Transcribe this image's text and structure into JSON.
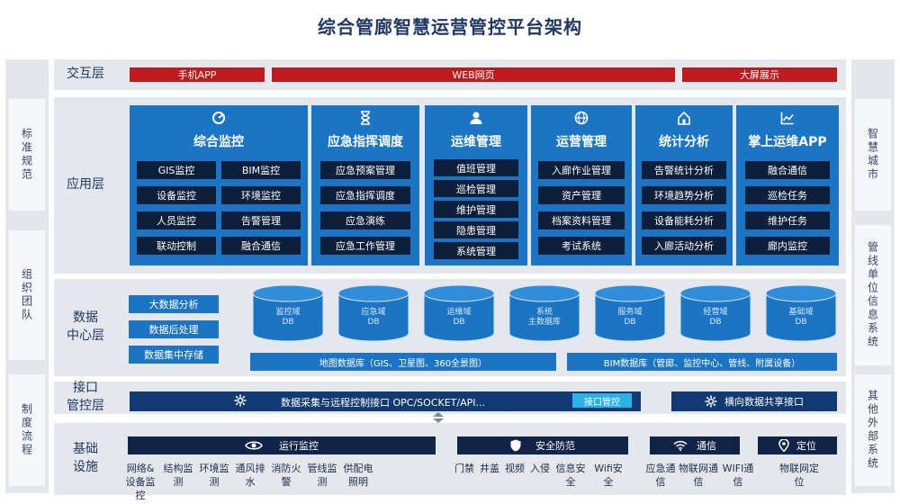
{
  "title": "综合管廊智慧运营管控平台架构",
  "left_sidebar": [
    {
      "label": "标准规范"
    },
    {
      "label": "组织团队"
    },
    {
      "label": "制度流程"
    }
  ],
  "right_sidebar": [
    {
      "label": "智慧城市"
    },
    {
      "label": "管线单位信息系统"
    },
    {
      "label": "其他外部系统"
    }
  ],
  "layers": {
    "interaction": {
      "label": "交互层",
      "items": [
        "手机APP",
        "WEB网页",
        "大屏展示"
      ]
    },
    "application": {
      "label": "应用层",
      "modules": [
        {
          "icon": "gauge-icon",
          "title": "综合监控",
          "items": [
            "GIS监控",
            "BIM监控",
            "设备监控",
            "环境监控",
            "人员监控",
            "告警管理",
            "联动控制",
            "融合通信"
          ]
        },
        {
          "icon": "hourglass-icon",
          "title": "应急指挥调度",
          "items": [
            "应急预案管理",
            "应急指挥调度",
            "应急演练",
            "应急工作管理"
          ]
        },
        {
          "icon": "user-icon",
          "title": "运维管理",
          "items": [
            "值班管理",
            "巡检管理",
            "维护管理",
            "隐患管理",
            "系统管理"
          ]
        },
        {
          "icon": "globe-icon",
          "title": "运营管理",
          "items": [
            "入廊作业管理",
            "资产管理",
            "档案资料管理",
            "考试系统"
          ]
        },
        {
          "icon": "house-icon",
          "title": "统计分析",
          "items": [
            "告警统计分析",
            "环境趋势分析",
            "设备能耗分析",
            "入廊活动分析"
          ]
        },
        {
          "icon": "chart-icon",
          "title": "掌上运维APP",
          "items": [
            "融合通信",
            "巡检任务",
            "维护任务",
            "廊内监控"
          ]
        }
      ]
    },
    "data_center": {
      "label_line1": "数据",
      "label_line2": "中心层",
      "buttons": [
        "大数据分析",
        "数据后处理",
        "数据集中存储"
      ],
      "databases": [
        {
          "line1": "监控域",
          "line2": "DB"
        },
        {
          "line1": "应急域",
          "line2": "DB"
        },
        {
          "line1": "运维域",
          "line2": "DB"
        },
        {
          "line1": "系统",
          "line2": "主数据库"
        },
        {
          "line1": "服务域",
          "line2": "DB"
        },
        {
          "line1": "经营域",
          "line2": "DB"
        },
        {
          "line1": "基础域",
          "line2": "DB"
        }
      ],
      "bottom_bars": [
        "地图数据库（GIS、卫星图、360全景图）",
        "BIM数据库（管廊、监控中心、管线、附属设备）"
      ]
    },
    "interface": {
      "label_line1": "接口",
      "label_line2": "管控层",
      "bar1": "数据采集与远程控制接口 OPC/SOCKET/API...",
      "bar1_tag": "接口管控",
      "bar2": "横向数据共享接口"
    },
    "infrastructure": {
      "label_line1": "基础",
      "label_line2": "设施",
      "groups": [
        {
          "icon": "eye-icon",
          "title": "运行监控",
          "items": [
            "网络&设备监控",
            "结构监测",
            "环境监测",
            "通风排水",
            "消防火警",
            "管线监测",
            "供配电照明"
          ]
        },
        {
          "icon": "shield-icon",
          "title": "安全防范",
          "items": [
            "门禁",
            "井盖",
            "视频",
            "入侵",
            "信息安全",
            "Wifi安全"
          ]
        },
        {
          "icon": "wifi-icon",
          "title": "通信",
          "items": [
            "应急通信",
            "物联网通信",
            "WIFI通信"
          ]
        },
        {
          "icon": "location-pin-icon",
          "title": "定位",
          "items": [
            "物联网定位"
          ]
        }
      ]
    }
  }
}
